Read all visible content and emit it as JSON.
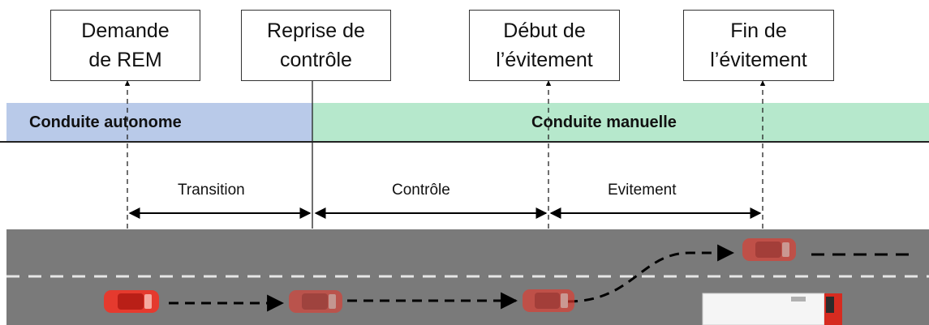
{
  "events": [
    {
      "line1": "Demande",
      "line2": "de REM"
    },
    {
      "line1": "Reprise de",
      "line2": "contrôle"
    },
    {
      "line1": "Début de",
      "line2": "l’évitement"
    },
    {
      "line1": "Fin de",
      "line2": "l’évitement"
    }
  ],
  "modes": {
    "autonomous": "Conduite autonome",
    "manual": "Conduite manuelle"
  },
  "phases": {
    "transition": "Transition",
    "control": "Contrôle",
    "avoidance": "Evitement"
  },
  "colors": {
    "autonomous_band": "#b9cae9",
    "manual_band": "#b6e8cc",
    "road": "#7a7a7a",
    "car": "#e53a2e",
    "truck_cab": "#d62b20",
    "truck_trailer": "#f5f5f5"
  },
  "icons": [
    "car-icon",
    "truck-icon",
    "arrow-icon"
  ]
}
